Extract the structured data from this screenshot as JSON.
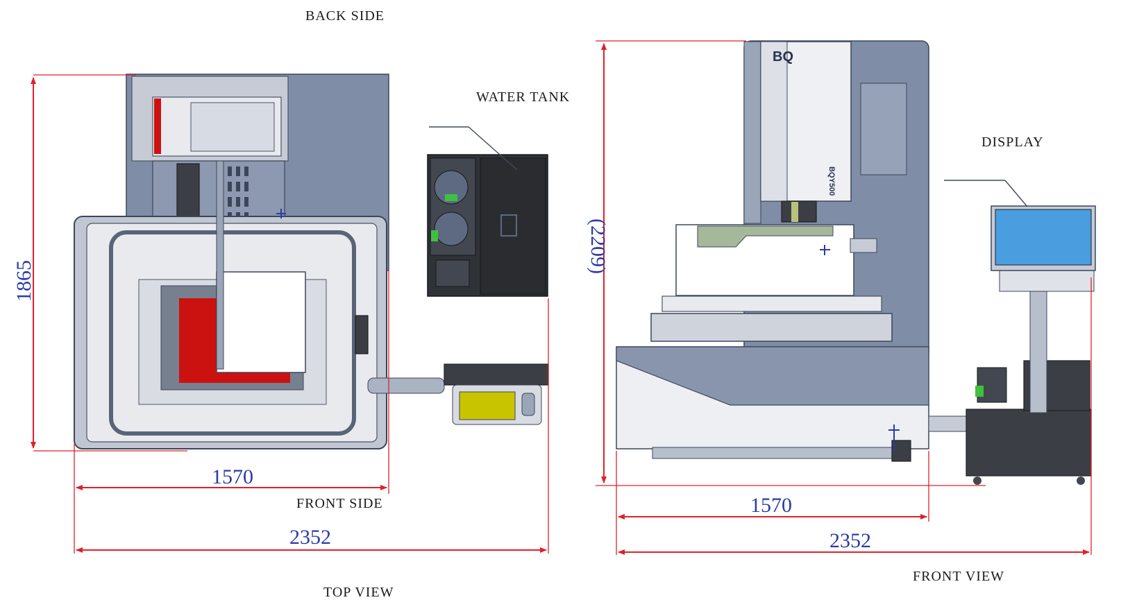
{
  "labels": {
    "back_side": "BACK SIDE",
    "front_side": "FRONT SIDE",
    "top_view": "TOP VIEW",
    "front_view": "FRONT VIEW",
    "water_tank": "WATER TANK",
    "display": "DISPLAY",
    "brand": "BQ",
    "model": "BQY500"
  },
  "dimensions": {
    "top_depth": "1865",
    "top_machine_width": "1570",
    "top_total_width": "2352",
    "front_height": "(2209)",
    "front_machine_width": "1570",
    "front_total_width": "2352"
  },
  "colors": {
    "dimension_line": "#e0202a",
    "dimension_text": "#2b3aa8",
    "machine_body": "#7f8da6",
    "screen": "#4a9ee0",
    "worktable": "#cc1111",
    "control_pad": "#c8c400"
  }
}
